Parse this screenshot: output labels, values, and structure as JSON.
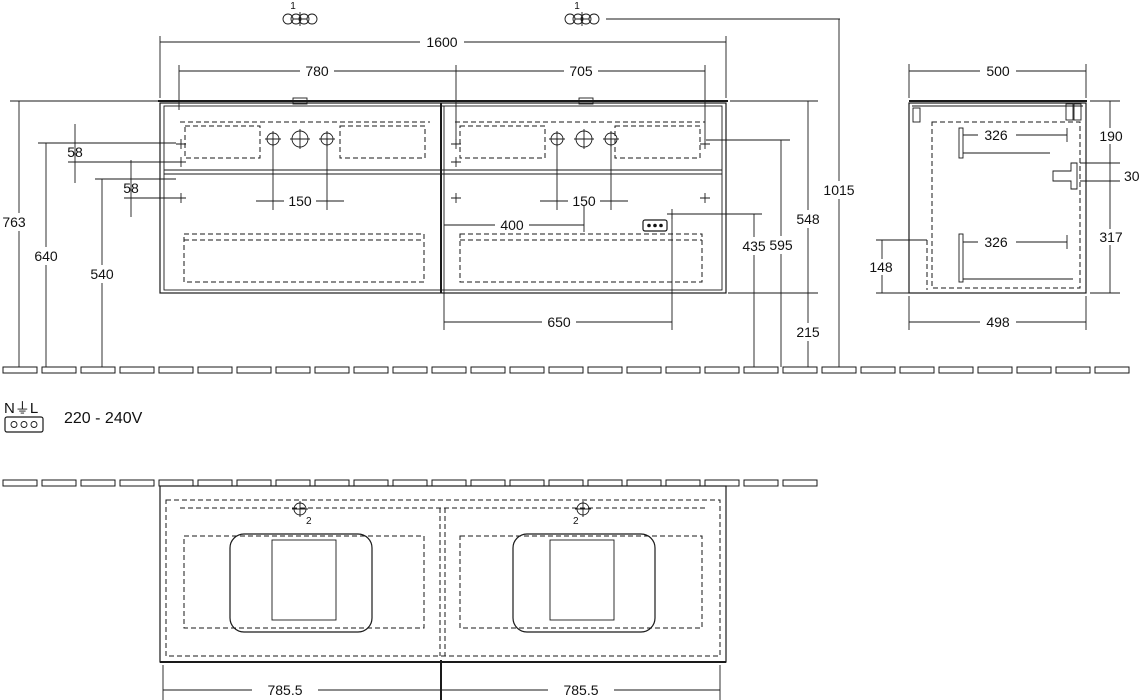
{
  "front_view": {
    "total_width": "1600",
    "drawer_width_left": "780",
    "drawer_width_right": "705",
    "total_height": "763",
    "height_640": "640",
    "height_540": "540",
    "offset_58_a": "58",
    "offset_58_b": "58",
    "spacing_150_left": "150",
    "spacing_150_right": "150",
    "offset_400": "400",
    "offset_650": "650",
    "height_435": "435",
    "height_595": "595",
    "height_548": "548",
    "floor_gap_215": "215",
    "overall_1015": "1015",
    "tap_marker_left": "1",
    "tap_marker_right": "1"
  },
  "side_view": {
    "depth_top": "500",
    "inner_326_top": "326",
    "inner_326_bottom": "326",
    "depth_bottom": "498",
    "height_190": "190",
    "height_30": "30",
    "height_317": "317",
    "height_148": "148"
  },
  "power": {
    "symbol_label": "N⏚L",
    "voltage": "220 - 240V"
  },
  "top_view": {
    "half_width_left": "785.5",
    "half_width_right": "785.5",
    "drain_marker_left": "2",
    "drain_marker_right": "2"
  }
}
